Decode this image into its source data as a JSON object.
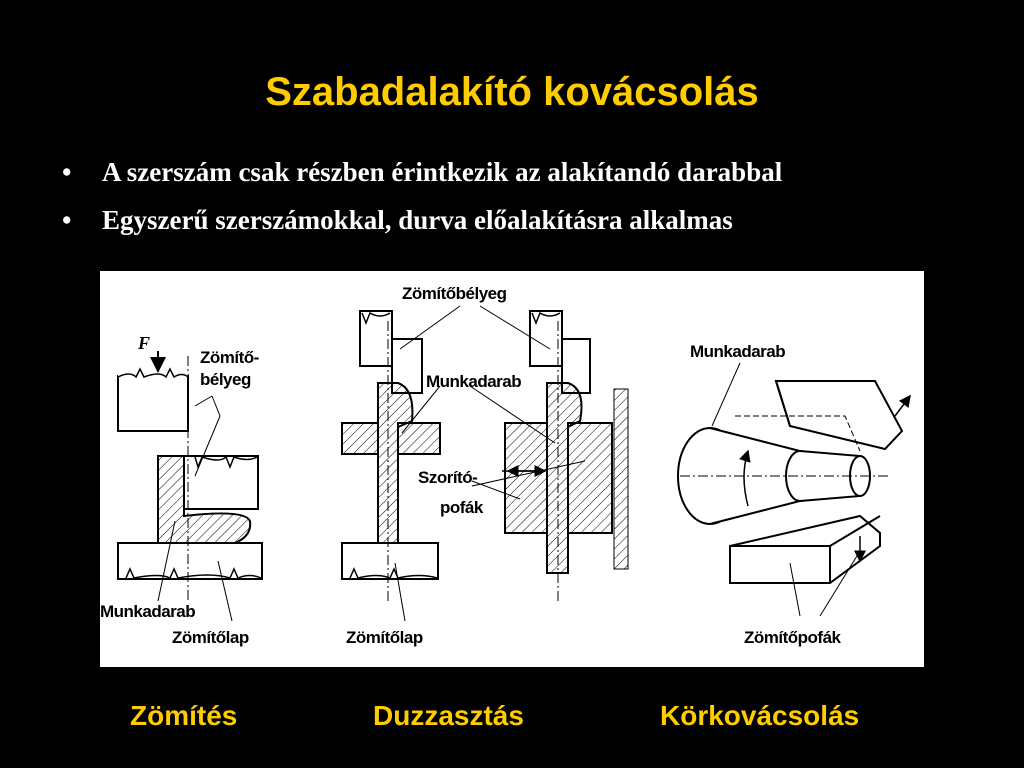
{
  "slide": {
    "title": "Szabadalakító kovácsolás",
    "title_color": "#FFCC00",
    "background": "#000000",
    "bullet_symbol": "•",
    "bullets": [
      "A szerszám csak részben érintkezik az alakítandó darabbal",
      "Egyszerű szerszámokkal, durva előalakításra alkalmas"
    ]
  },
  "figure": {
    "upsetting": {
      "force": "F",
      "die_top": "Zömítő-",
      "die_bottom": "bélyeg",
      "workpiece": "Munkadarab",
      "plate": "Zömítőlap"
    },
    "heading": {
      "die": "Zömítőbélyeg",
      "workpiece": "Munkadarab",
      "clamp_top": "Szorító-",
      "clamp_bottom": "pofák",
      "plate": "Zömítőlap"
    },
    "rotary": {
      "workpiece": "Munkadarab",
      "jaws": "Zömítőpofák"
    }
  },
  "captions": [
    "Zömítés",
    "Duzzasztás",
    "Körkovácsolás"
  ]
}
